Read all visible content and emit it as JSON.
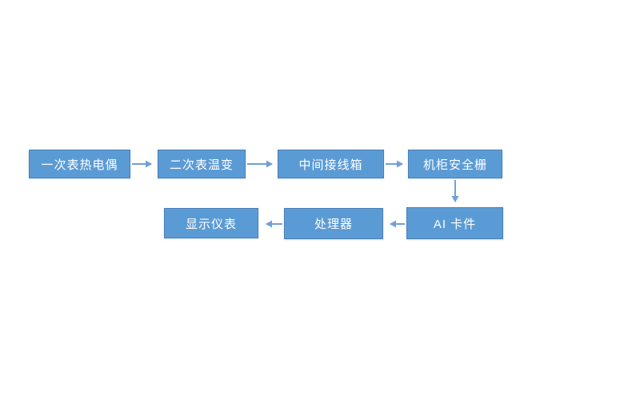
{
  "diagram": {
    "type": "flowchart",
    "background_color": "#ffffff",
    "colors": {
      "node_fill": "#5b9bd5",
      "node_border": "#4a7fb5",
      "arrow": "#6fa0d8",
      "text": "#ffffff",
      "background": "#ffffff"
    },
    "nodes": [
      {
        "id": "primary-thermocouple",
        "label": "一次表热电偶"
      },
      {
        "id": "secondary-temp-transmitter",
        "label": "二次表温变"
      },
      {
        "id": "intermediate-junction-box",
        "label": "中间接线箱"
      },
      {
        "id": "cabinet-safety-barrier",
        "label": "机柜安全栅"
      },
      {
        "id": "ai-card",
        "label": "AI 卡件"
      },
      {
        "id": "processor",
        "label": "处理器"
      },
      {
        "id": "display-instrument",
        "label": "显示仪表"
      }
    ],
    "edges": [
      {
        "from": "primary-thermocouple",
        "to": "secondary-temp-transmitter",
        "direction": "right"
      },
      {
        "from": "secondary-temp-transmitter",
        "to": "intermediate-junction-box",
        "direction": "right"
      },
      {
        "from": "intermediate-junction-box",
        "to": "cabinet-safety-barrier",
        "direction": "right"
      },
      {
        "from": "cabinet-safety-barrier",
        "to": "ai-card",
        "direction": "down"
      },
      {
        "from": "ai-card",
        "to": "processor",
        "direction": "left"
      },
      {
        "from": "processor",
        "to": "display-instrument",
        "direction": "left"
      }
    ]
  }
}
